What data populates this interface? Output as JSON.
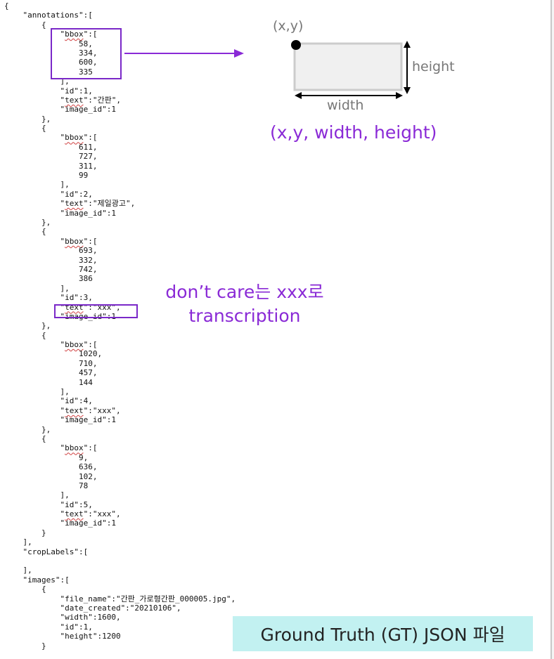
{
  "json_lines": [
    "{",
    "    \"annotations\":[",
    "        {",
    "            \"bbox\":[",
    "                58,",
    "                334,",
    "                600,",
    "                335",
    "            ],",
    "            \"id\":1,",
    "            \"text\":\"간판\",",
    "            \"image_id\":1",
    "        },",
    "        {",
    "            \"bbox\":[",
    "                611,",
    "                727,",
    "                311,",
    "                99",
    "            ],",
    "            \"id\":2,",
    "            \"text\":\"제일광고\",",
    "            \"image_id\":1",
    "        },",
    "        {",
    "            \"bbox\":[",
    "                693,",
    "                332,",
    "                742,",
    "                386",
    "            ],",
    "            \"id\":3,",
    "            \"text\":\"xxx\",",
    "            \"image_id\":1",
    "        },",
    "        {",
    "            \"bbox\":[",
    "                1020,",
    "                710,",
    "                457,",
    "                144",
    "            ],",
    "            \"id\":4,",
    "            \"text\":\"xxx\",",
    "            \"image_id\":1",
    "        },",
    "        {",
    "            \"bbox\":[",
    "                9,",
    "                636,",
    "                102,",
    "                78",
    "            ],",
    "            \"id\":5,",
    "            \"text\":\"xxx\",",
    "            \"image_id\":1",
    "        }",
    "    ],",
    "    \"cropLabels\":[",
    "",
    "    ],",
    "    \"images\":[",
    "        {",
    "            \"file_name\":\"간판_가로형간판_000005.jpg\",",
    "            \"date_created\":\"20210106\",",
    "            \"width\":1600,",
    "            \"id\":1,",
    "            \"height\":1200",
    "        }"
  ],
  "diagram": {
    "origin_label": "(x,y)",
    "height_label": "height",
    "width_label": "width",
    "format_caption": "(x,y, width, height)"
  },
  "dont_care_note": {
    "line1": "don’t care는 xxx로",
    "line2": "transcription"
  },
  "gt_caption": "Ground Truth (GT) JSON 파일",
  "colors": {
    "accent_purple": "#8a2ad6",
    "box_purple": "#7a28c8",
    "banner_cyan": "#c2f1f1",
    "diagram_fill": "#f0f0f0",
    "diagram_stroke": "#cccccc"
  }
}
